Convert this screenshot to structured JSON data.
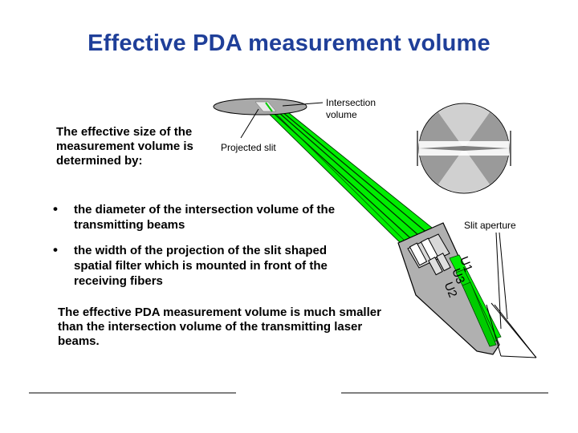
{
  "title": "Effective PDA measurement volume",
  "intro": "The effective size of the measurement volume is determined by:",
  "bullets": [
    "the diameter of the intersection volume of the transmitting beams",
    "the width of the projection of the slit shaped spatial filter which is mounted in front of the receiving fibers"
  ],
  "bullet_symbol": "•",
  "conclusion": "The effective PDA measurement volume is much smaller than the intersection volume of the transmitting laser beams.",
  "diagram": {
    "intersection_label": "Intersection volume",
    "projected_slit_label": "Projected slit",
    "slit_aperture_label": "Slit aperture",
    "fiber_labels": [
      "U1",
      "U3",
      "U2"
    ],
    "colors": {
      "beam": "#00ff00",
      "beam_dark": "#006600",
      "title": "#1f3f99",
      "gray": "#a0a0a0"
    }
  }
}
